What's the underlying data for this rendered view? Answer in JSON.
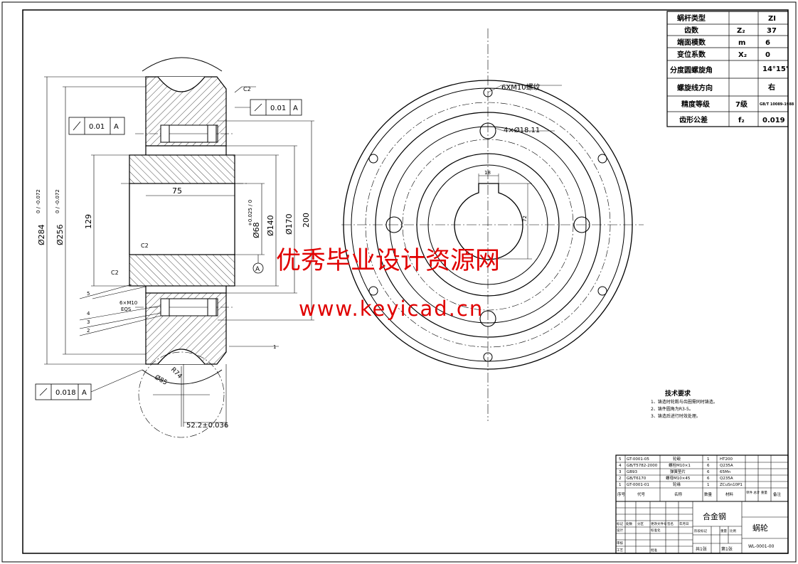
{
  "param_table": {
    "rows": [
      {
        "label": "蜗杆类型",
        "sym": "",
        "val": "ZI"
      },
      {
        "label": "齿数",
        "sym": "Z₂",
        "val": "37"
      },
      {
        "label": "端面模数",
        "sym": "m",
        "val": "6"
      },
      {
        "label": "变位系数",
        "sym": "X₂",
        "val": "0"
      },
      {
        "label": "分度圆螺旋角",
        "sym": "",
        "val": "14°15'"
      },
      {
        "label": "螺旋线方向",
        "sym": "",
        "val": "右"
      },
      {
        "label": "精度等级",
        "sym": "7级",
        "val": "GB/T 10089-1988"
      },
      {
        "label": "齿形公差",
        "sym": "f₂",
        "val": "0.019"
      }
    ]
  },
  "dims": {
    "d284": "Ø284",
    "d284_tol": "0\n-0.072",
    "d256": "Ø256",
    "d256_tol": "0\n-0.072",
    "d129": "129",
    "d75": "75",
    "d68": "Ø68",
    "d68_tol": "+0.025\n0",
    "d140": "Ø140",
    "d170": "Ø170",
    "d200": "200",
    "r74": "R74",
    "phi85": "Ø85",
    "w52": "52.2±0.036",
    "c2a": "C2",
    "c2b": "C2",
    "c2c": "C2",
    "m10": "6×M10",
    "eqs": "EQS",
    "datum": "A",
    "keyw": "18",
    "keyh": "72"
  },
  "gtol": {
    "t1_val": "0.01",
    "t1_ref": "A",
    "t2_val": "0.01",
    "t2_ref": "A",
    "t3_val": "0.018",
    "t3_ref": "A"
  },
  "callouts": [
    "1",
    "2",
    "3",
    "4",
    "5"
  ],
  "side_view": {
    "holes_label": "6XM10螺纹",
    "bolt_label": "4×Ø18.11"
  },
  "watermark": {
    "title": "优秀毕业设计资源网",
    "url": "www.keyicad.cn"
  },
  "tech_req": {
    "title": "技术要求",
    "items": [
      "1、铸造时轮毂与齿圈需同时铸造。",
      "2、铸件圆角为R3-5。",
      "3、铸造后进行时效处理。"
    ]
  },
  "bom": {
    "rows": [
      {
        "no": "5",
        "code": "GT-0001-05",
        "name": "轮毂",
        "qty": "1",
        "mat": "HT200"
      },
      {
        "no": "4",
        "code": "GB/T5782-2000",
        "name": "螺栓M10×1",
        "qty": "6",
        "mat": "Q235A"
      },
      {
        "no": "3",
        "code": "GB93",
        "name": "弹簧垫片",
        "qty": "6",
        "mat": "65Mn"
      },
      {
        "no": "2",
        "code": "GB/T6170",
        "name": "螺母M10×45",
        "qty": "6",
        "mat": "Q235A"
      },
      {
        "no": "1",
        "code": "GT-0001-01",
        "name": "轮缘",
        "qty": "1",
        "mat": "ZCuSn10P1"
      }
    ],
    "header": {
      "no": "序号",
      "code": "代号",
      "name": "名称",
      "qty": "数量",
      "mat": "材料",
      "weight": "单件 总计 重量",
      "remark": "备注"
    }
  },
  "title_block": {
    "material": "合金钢",
    "name": "蜗轮",
    "drawing_no": "WL-0001-00",
    "sheet_total": "共1张",
    "sheet_no": "第1张",
    "labels": [
      "标记",
      "处数",
      "分区",
      "更改文件号",
      "签名",
      "年月日",
      "设计",
      "标准化",
      "阶段标记",
      "重量",
      "比例",
      "审核",
      "工艺",
      "批准"
    ]
  }
}
